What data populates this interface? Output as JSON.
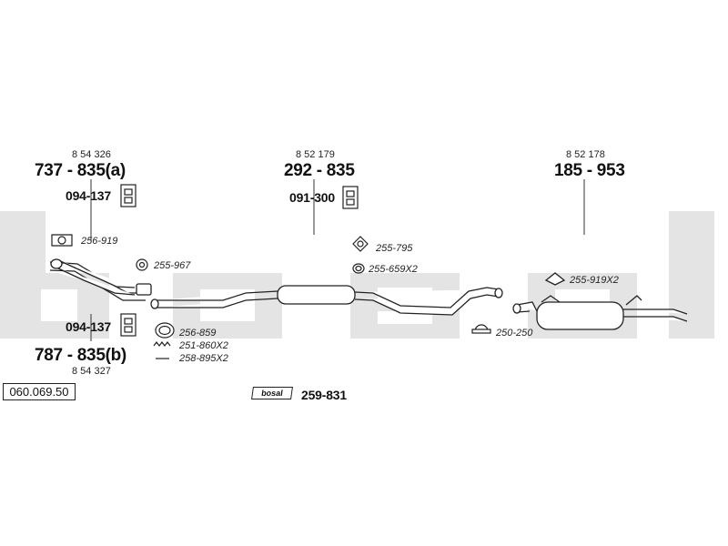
{
  "diagram": {
    "reference_number": "060.069.50",
    "watermark": "bosal",
    "tag_label": "bosal",
    "front_pipe": {
      "oem_top": "8 54 326",
      "part_a": "737 - 835(a)",
      "hanger_top": "094-137",
      "gasket": "256-919",
      "rubber": "255-967",
      "hanger_bottom": "094-137",
      "part_b": "787 - 835(b)",
      "oem_bottom": "8 54 327",
      "ring": "256-859",
      "spring": "251-860X2",
      "bolt": "258-895X2"
    },
    "middle": {
      "oem": "8 52 179",
      "part": "292 - 835",
      "hanger": "091-300",
      "clamp_gasket": "255-795",
      "rubber_ring": "255-659X2",
      "clamp": "250-250"
    },
    "rear": {
      "oem": "8 52 178",
      "part": "185 - 953",
      "rubber": "255-919X2"
    },
    "kit_part": "259-831"
  }
}
